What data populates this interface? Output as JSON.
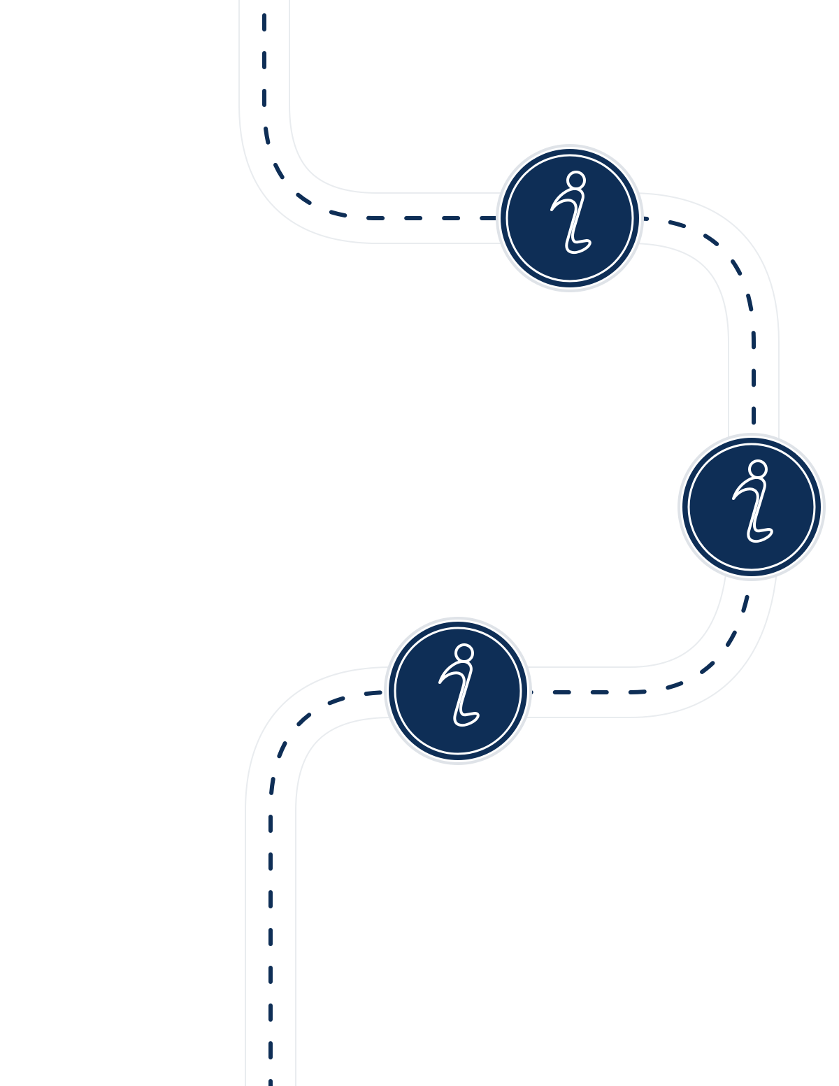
{
  "theme": {
    "background": "#ffffff",
    "road_edge": "#e9ecef",
    "road_fill": "#ffffff",
    "dash_color": "#0e2e56",
    "marker_fill": "#0e2e56",
    "marker_ring": "#ffffff",
    "marker_border": "#dfe3e8"
  },
  "route": {
    "style": "winding road with dashed center line",
    "markers": [
      {
        "id": "marker-1",
        "icon": "info-icon"
      },
      {
        "id": "marker-2",
        "icon": "info-icon"
      },
      {
        "id": "marker-3",
        "icon": "info-icon"
      }
    ]
  }
}
